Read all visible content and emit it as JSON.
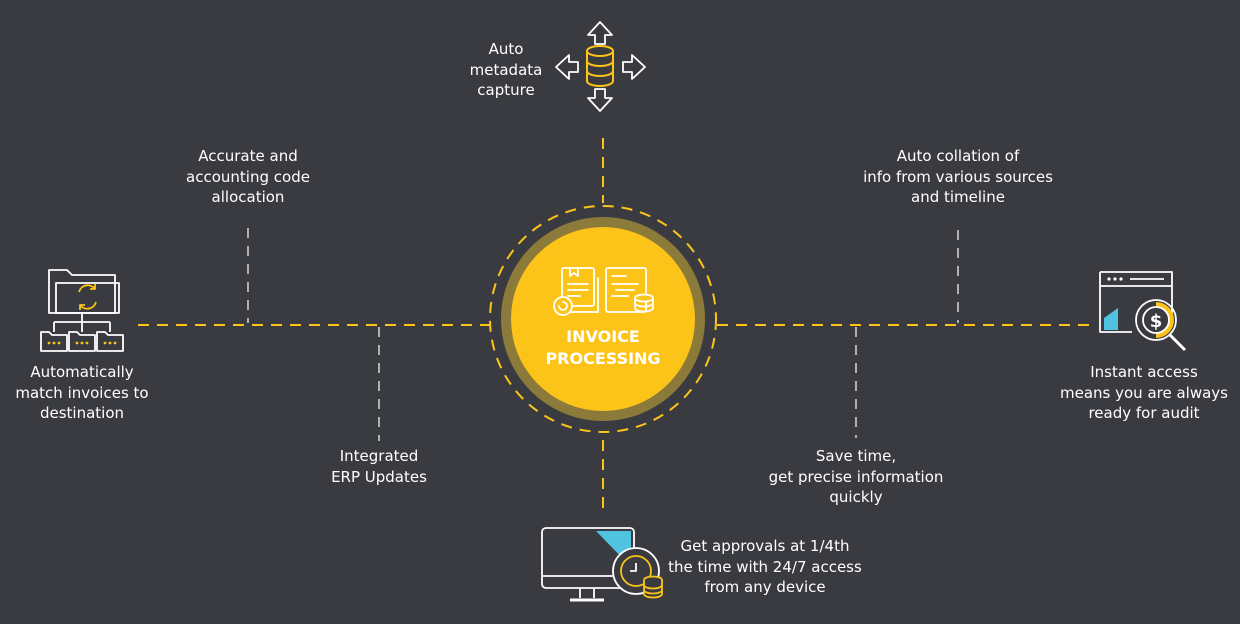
{
  "center": {
    "title_line1": "INVOICE",
    "title_line2": "PROCESSING"
  },
  "features": {
    "metadata": "Auto\nmetadata\ncapture",
    "accounting": "Accurate and\naccounting code\nallocation",
    "collation": "Auto collation of\ninfo from various sources\nand timeline",
    "match": "Automatically\nmatch invoices to\ndestination",
    "audit": "Instant access\nmeans you are always\nready for audit",
    "erp": "Integrated\nERP Updates",
    "save_time": "Save time,\nget precise information\nquickly",
    "approvals": "Get approvals at 1/4th\nthe time with 24/7 access\nfrom any device"
  },
  "colors": {
    "background": "#3a3b40",
    "accent": "#fcc419",
    "ring": "#8c7a3a",
    "line": "#ffffff",
    "teal": "#4fc3e0"
  },
  "icons": {
    "metadata": "database-arrows-icon",
    "match": "folder-sync-network-icon",
    "audit": "browser-dollar-search-icon",
    "approvals": "monitor-clock-coins-icon",
    "center": "invoice-documents-icon"
  }
}
